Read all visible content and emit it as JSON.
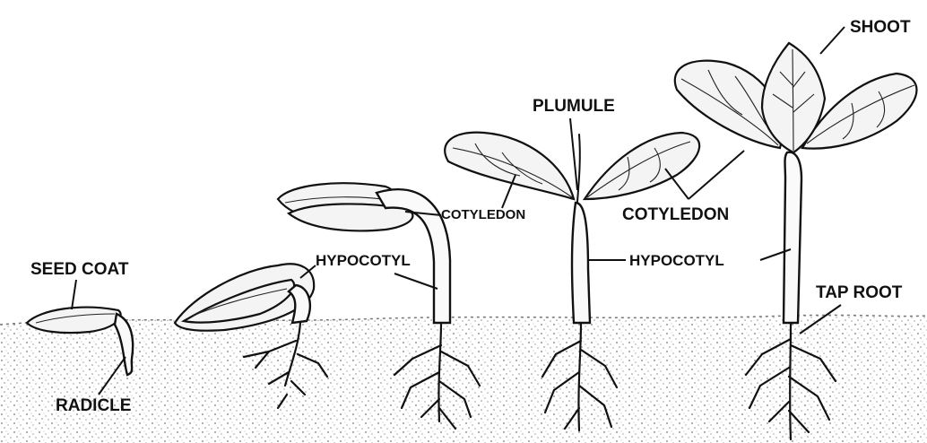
{
  "diagram": {
    "labels": {
      "seed_coat": "SEED COAT",
      "radicle": "RADICLE",
      "hypocotyl_1": "HYPOCOTYL",
      "cotyledon_1": "COTYLEDON",
      "plumule": "PLUMULE",
      "cotyledon_2": "COTYLEDON",
      "hypocotyl_2": "HYPOCOTYL",
      "shoot": "SHOOT",
      "tap_root": "TAP ROOT"
    },
    "colors": {
      "ink": "#111111",
      "background": "#ffffff",
      "soil": "#8a8a8a"
    }
  }
}
